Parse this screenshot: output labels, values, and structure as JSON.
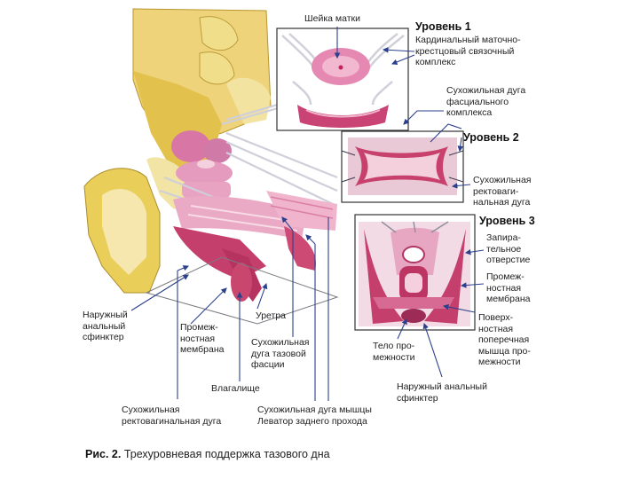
{
  "labels": {
    "cervix": "Шейка матки",
    "level1_title": "Уровень 1",
    "level1_desc": "Кардинальный маточно-\nкрестцовый связочный\nкомплекс",
    "fascial_arch": "Сухожильная дуга\nфасциального\nкомплекса",
    "level2_title": "Уровень 2",
    "rectovaginal_arch_right": "Сухожильная\nректоваги-\nнальная дуга",
    "level3_title": "Уровень 3",
    "obturator": "Запира-\nтельное\nотверстие",
    "perineal_membrane_right": "Промеж-\nностная\nмембрана",
    "transverse_muscle": "Поверх-\nностная\nпоперечная\nмышца про-\nмежности",
    "perineal_body": "Тело про-\nмежности",
    "anal_sphincter_right": "Наружный анальный\nсфинктер",
    "anal_sphincter_left": "Наружный\nанальный\nсфинктер",
    "perineal_membrane_left": "Промеж-\nностная\nмембрана",
    "urethra": "Уретра",
    "pelvic_fascia_arch": "Сухожильная\nдуга тазовой\nфасции",
    "vagina": "Влагалище",
    "rectovaginal_arch_bottom": "Сухожильная\nректовагинальная дуга",
    "levator_arch": "Сухожильная дуга мышцы\nЛеватор заднего прохода"
  },
  "caption": {
    "figure": "Рис. 2.",
    "text": " Трехуровневая поддержка тазового дна"
  },
  "colors": {
    "bone": "#e7cf5a",
    "muscle": "#c84068",
    "pink": "#e892b2",
    "connector": "#2c3f8c"
  }
}
